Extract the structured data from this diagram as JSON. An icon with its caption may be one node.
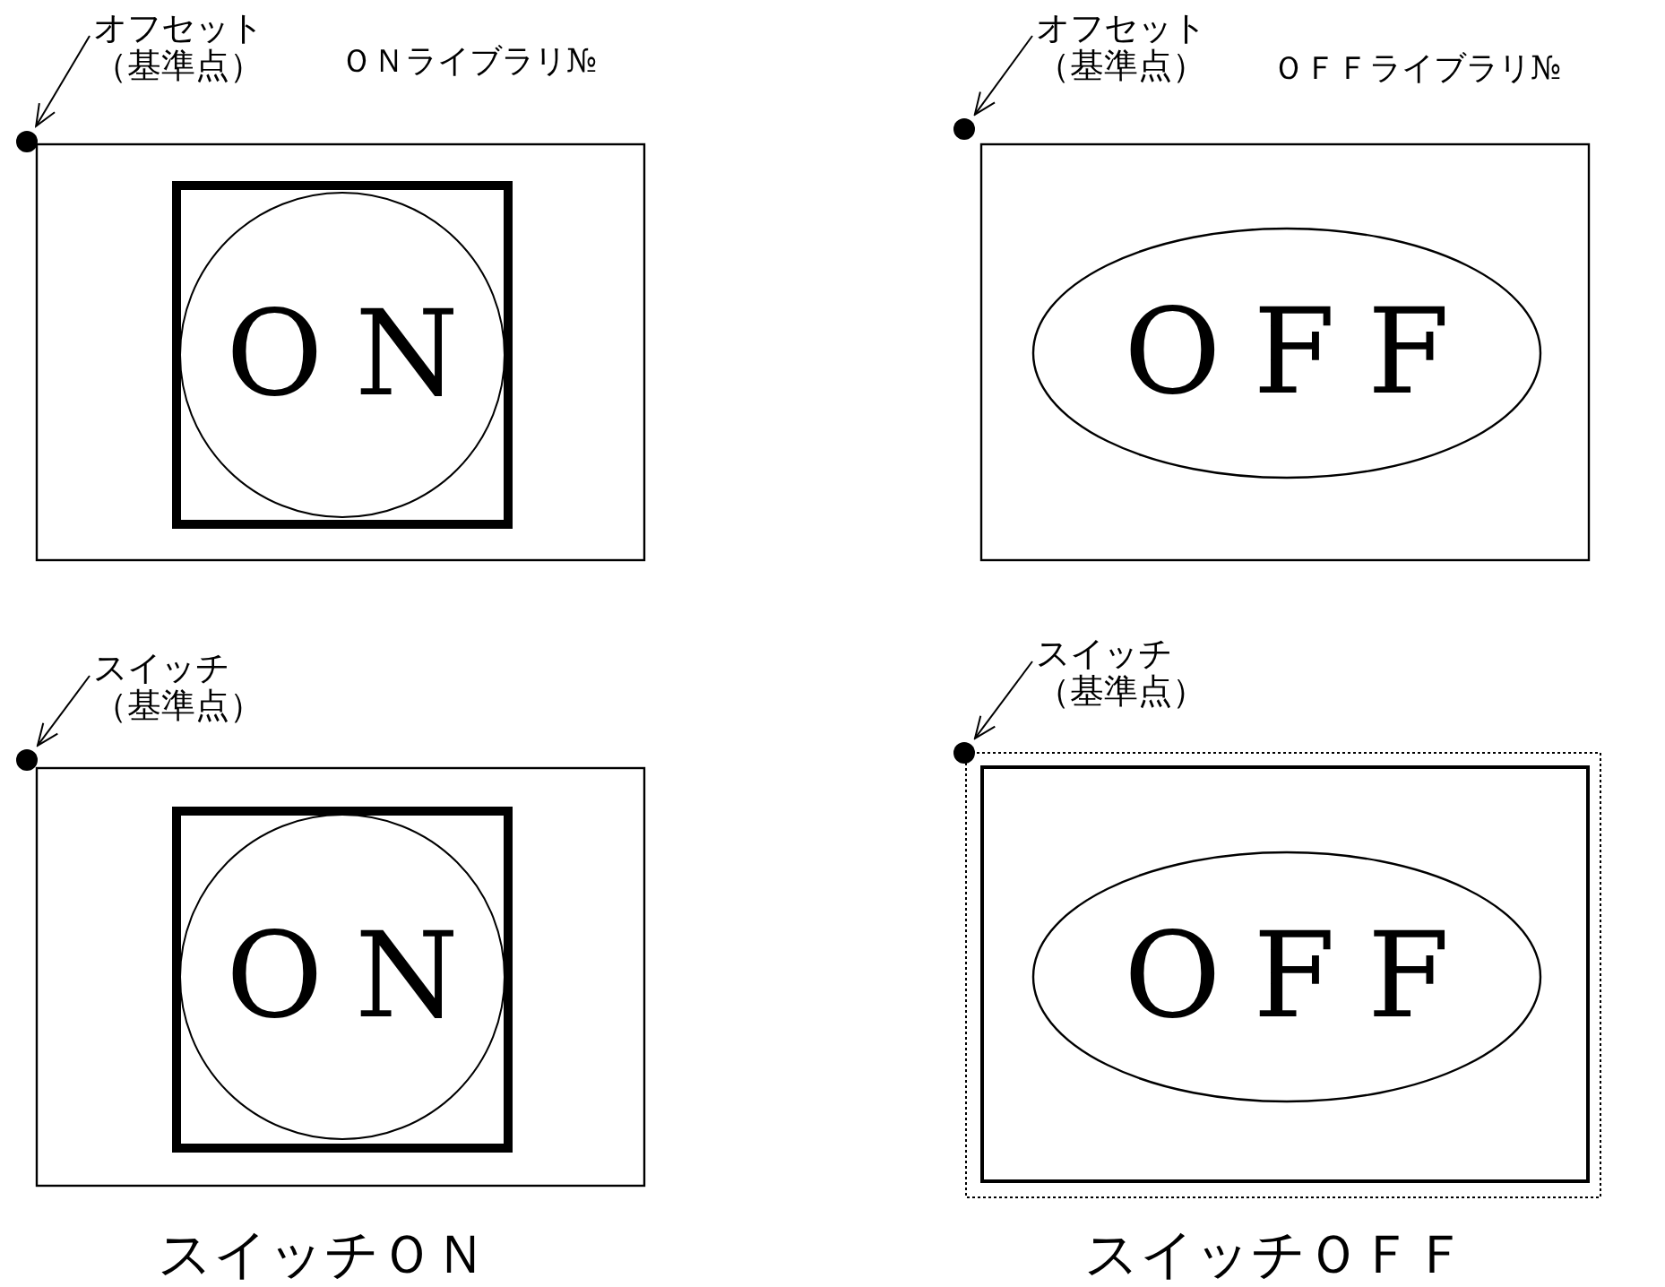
{
  "diagram": {
    "nodes": [
      {
        "text": [
          "オフセット（基準点）"
        ]
      },
      {
        "text": [],
        "shape": "circle"
      },
      {
        "text": [],
        "shape": "box"
      },
      {
        "text": [],
        "shape": "box",
        "in": 2
      },
      {
        "text": [
          "ON"
        ],
        "in": 3
      },
      {
        "text": [
          "オフセット（基準点）"
        ]
      },
      {
        "text": [],
        "shape": "circle"
      },
      {
        "text": [],
        "shape": "box"
      },
      {
        "text": [
          "OFF"
        ],
        "in": 7
      },
      {
        "text": [
          "スイッチ（基準点）"
        ]
      },
      {
        "text": [],
        "shape": "circle"
      },
      {
        "text": [],
        "shape": "box"
      },
      {
        "text": [],
        "shape": "box",
        "in": 11
      },
      {
        "text": [
          "ON"
        ],
        "in": 12
      },
      {
        "text": [
          "スイッチ（基準点）"
        ]
      },
      {
        "text": [],
        "shape": "circle"
      },
      {
        "text": [],
        "shape": "box"
      },
      {
        "text": [],
        "shape": "box",
        "in": 16
      },
      {
        "text": [
          "OFF"
        ],
        "in": 17
      }
    ],
    "edges": [
      {
        "from": 0,
        "to": 1,
        "arrow": "to"
      },
      {
        "from": 5,
        "to": 6,
        "arrow": "to"
      },
      {
        "from": 9,
        "to": 10,
        "arrow": "to"
      },
      {
        "from": 14,
        "to": 15,
        "arrow": "to"
      }
    ],
    "labels": [
      "ＯＮライブラリ№",
      "ＯＦＦライブラリ№",
      "スイッチＯＮ",
      "スイッチＯＦＦ"
    ]
  }
}
